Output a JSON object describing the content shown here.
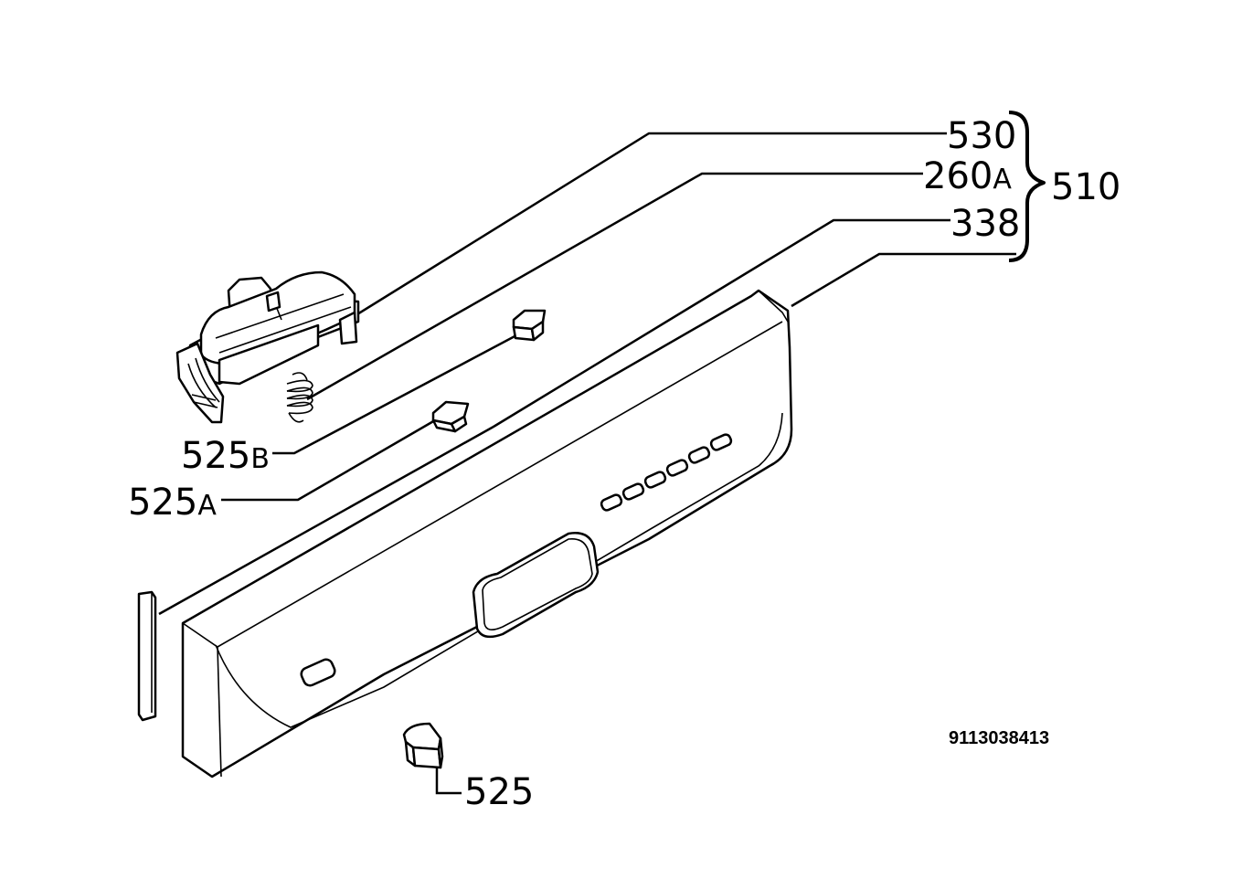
{
  "callouts": {
    "c530": {
      "main": "530",
      "suffix": ""
    },
    "c260a": {
      "main": "260",
      "suffix": "A"
    },
    "c338": {
      "main": "338",
      "suffix": ""
    },
    "c510": {
      "main": "510",
      "suffix": ""
    },
    "c525b": {
      "main": "525",
      "suffix": "B"
    },
    "c525a": {
      "main": "525",
      "suffix": "A"
    },
    "c525": {
      "main": "525",
      "suffix": ""
    }
  },
  "drawing_number": "9113038413",
  "colors": {
    "ink": "#000000",
    "paper": "#ffffff"
  }
}
